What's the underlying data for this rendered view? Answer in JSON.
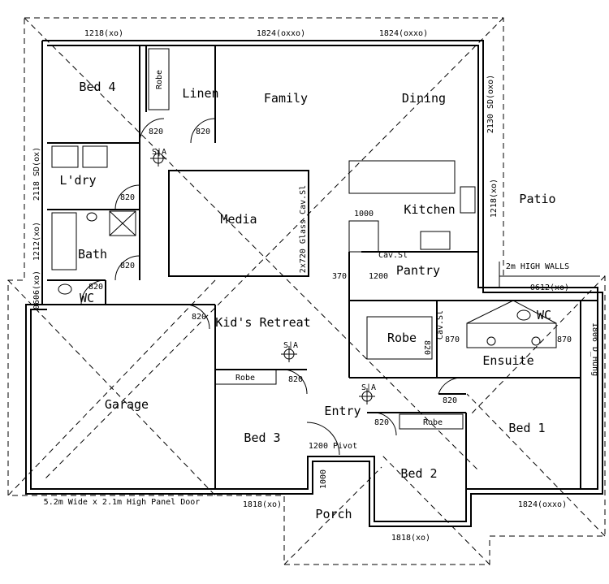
{
  "rooms": {
    "bed4": "Bed 4",
    "linen": "Linen",
    "family": "Family",
    "dining": "Dining",
    "laundry": "L'dry",
    "bath": "Bath",
    "media": "Media",
    "kitchen": "Kitchen",
    "pantry": "Pantry",
    "patio": "Patio",
    "kids_retreat": "Kid's Retreat",
    "garage": "Garage",
    "bed3": "Bed 3",
    "robe": "Robe",
    "entry": "Entry",
    "bed2": "Bed 2",
    "bed1": "Bed 1",
    "ensuite": "Ensuite",
    "porch": "Porch",
    "wc": "WC"
  },
  "labels": {
    "robe": "Robe",
    "door_820": "820",
    "smoke_alarm": "S|A",
    "glass_slider": "2x720 Glass Cav.Sl",
    "cav_sl": "Cav.Sl",
    "high_walls": "2m HIGH WALLS",
    "garage_door": "5.2m Wide x 2.1m High Panel Door",
    "pivot": "1200 Pivot",
    "d_hung": "1806 D_Hung"
  },
  "dimensions": {
    "w1218_xo_top": "1218(xo)",
    "w1824_oxxo_a": "1824(oxxo)",
    "w1824_oxxo_b": "1824(oxxo)",
    "sd2130": "2130 SD(oxo)",
    "w1218_xo_kitchen": "1218(xo)",
    "sd2118": "2118 SD(ox)",
    "w1212": "1212(xo)",
    "w0606": "0606(xo)",
    "w1000_kitchen": "1000",
    "w370": "370",
    "w1200": "1200",
    "w870_a": "870",
    "w870_b": "870",
    "w0612": "0612(xo)",
    "w1818_bed3": "1818(xo)",
    "w1818_bed2": "1818(xo)",
    "w1824_bed1": "1824(oxxo)",
    "w1000_porch": "1000"
  }
}
